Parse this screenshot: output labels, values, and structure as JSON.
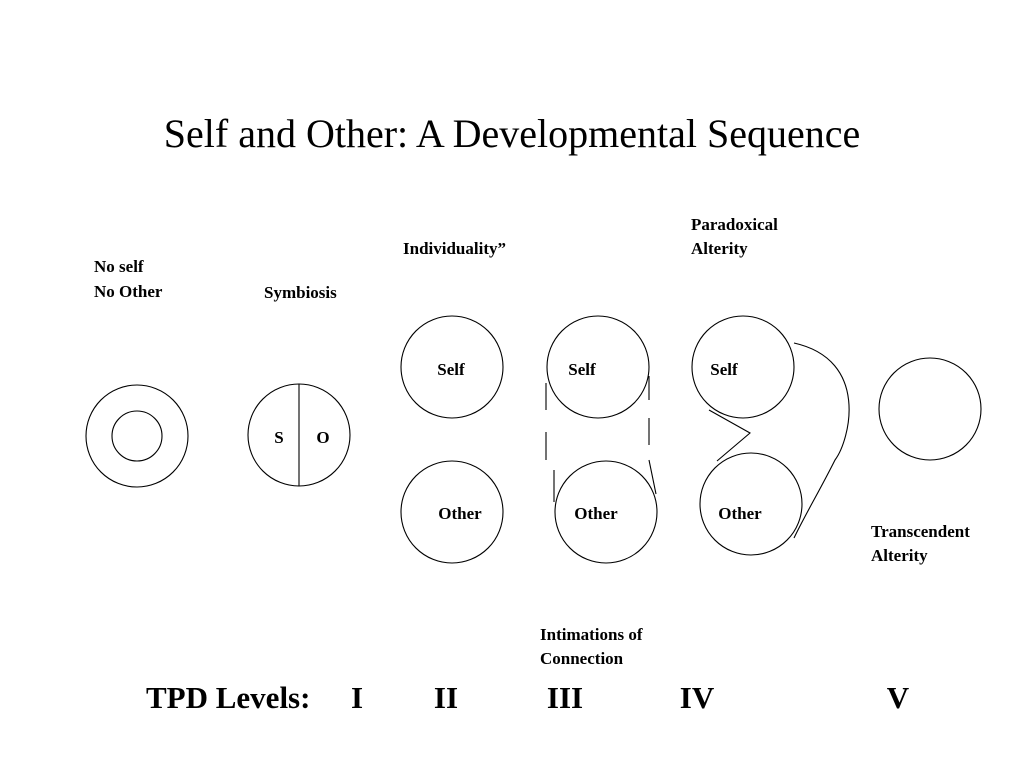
{
  "title": "Self and Other: A Developmental Sequence",
  "captions": {
    "level1_line1": "No self",
    "level1_line2": "No Other",
    "level2": "Symbiosis",
    "level3": "Individuality”",
    "level4_line1": "Intimations of",
    "level4_line2": "Connection",
    "level5a_line1": "Paradoxical",
    "level5a_line2": "Alterity",
    "level5b_line1": "Transcendent",
    "level5b_line2": "Alterity"
  },
  "circle_labels": {
    "s": "S",
    "o": "O",
    "self": "Self",
    "other": "Other"
  },
  "levels": {
    "prefix": "TPD Levels:",
    "items": [
      "I",
      "II",
      "III",
      "IV",
      "V"
    ]
  }
}
